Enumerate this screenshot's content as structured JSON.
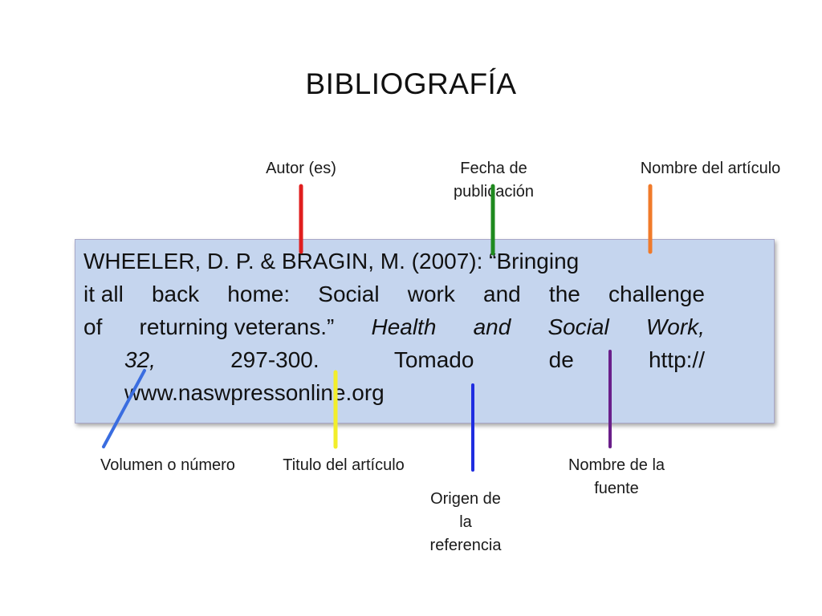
{
  "title": "BIBLIOGRAFÍA",
  "top_labels": {
    "author": "Autor (es)",
    "date_line1": "Fecha de",
    "date_line2": "publicación",
    "article": "Nombre del artículo"
  },
  "reference": {
    "line1": "WHEELER, D. P. & BRAGIN, M. (2007): “Bringing",
    "line2_words": [
      "it all",
      "back",
      "home:",
      "Social",
      "work",
      "and",
      "the",
      "challenge"
    ],
    "line3_words": [
      "of",
      "returning veterans.”",
      "Health",
      "and",
      "Social",
      "Work,"
    ],
    "line4_words": [
      "32,",
      "297-300.",
      "Tomado",
      "de",
      "http://"
    ],
    "line5": "www.naswpressonline.org"
  },
  "bottom_labels": {
    "volume": "Volumen o número",
    "title": "Titulo del artículo",
    "origin_line1": "Origen de",
    "origin_line2": "la",
    "origin_line3": "referencia",
    "source_line1": "Nombre de la",
    "source_line2": "fuente"
  },
  "connector_colors": {
    "author": "#e01e1e",
    "date": "#1f8a1f",
    "article": "#f07a2a",
    "volume": "#3a6de0",
    "title": "#f2ee2a",
    "origin": "#1f2de0",
    "source": "#6a1f8a"
  }
}
